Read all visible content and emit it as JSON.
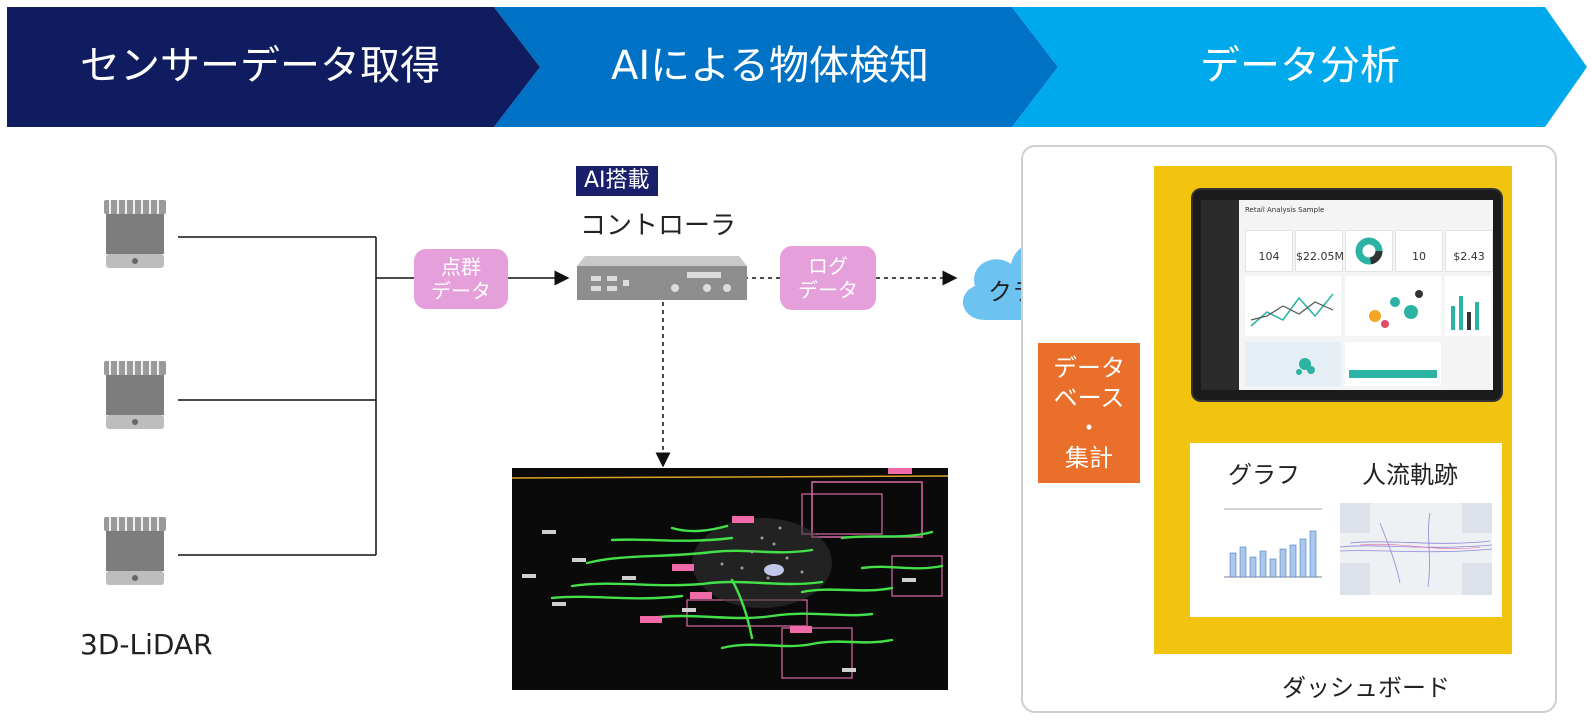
{
  "header": {
    "steps": [
      {
        "label": "センサーデータ取得",
        "color": "#0f1c5f"
      },
      {
        "label": "AIによる物体検知",
        "color": "#0072c6"
      },
      {
        "label": "データ分析",
        "color": "#00a9ec"
      }
    ]
  },
  "sensors": {
    "label": "3D-LiDAR",
    "icon": "lidar-sensor-icon"
  },
  "flow": {
    "point_cloud_line1": "点群",
    "point_cloud_line2": "データ",
    "log_line1": "ログ",
    "log_line2": "データ"
  },
  "controller": {
    "badge": "AI搭載",
    "label": "コントローラ",
    "icon": "controller-device-icon"
  },
  "cloud": {
    "label": "クラウド",
    "icon": "cloud-icon"
  },
  "database": {
    "line1": "データ",
    "line2": "ベース",
    "line3": "・",
    "line4": "集計"
  },
  "dashboard": {
    "label": "ダッシュボード",
    "graph_label": "グラフ",
    "trajectory_label": "人流軌跡",
    "pbi": {
      "title": "Retail Analysis Sample",
      "kpis": [
        "104",
        "$22.05M",
        "10",
        "$2.43"
      ]
    }
  },
  "colors": {
    "pill": "#e59fdb",
    "badge": "#1a1f6b",
    "orange": "#ea6f2b",
    "yellow": "#f2c40f",
    "cloud": "#6cc3f2"
  }
}
